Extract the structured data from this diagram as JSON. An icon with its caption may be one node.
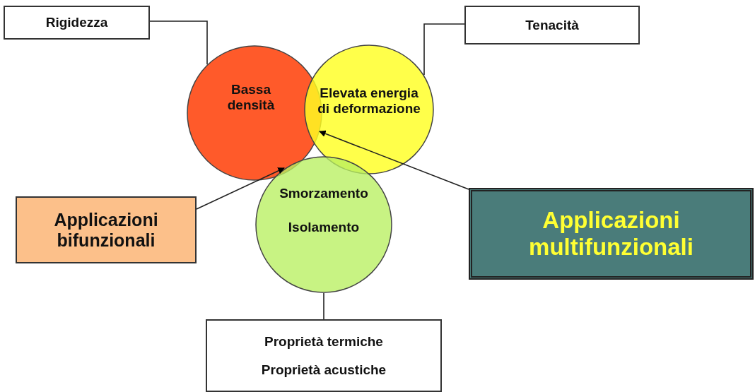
{
  "diagram": {
    "nodes": [
      {
        "text": [
          "Rigidezza"
        ]
      },
      {
        "text": [
          "Tenacità"
        ]
      },
      {
        "text": [
          "Bassa densità"
        ]
      },
      {
        "text": [
          "Elevata energia di deformazione"
        ]
      },
      {
        "text": [
          "Smorzamento",
          "Isolamento"
        ]
      },
      {
        "text": [
          "Applicazioni bifunzionali"
        ]
      },
      {
        "text": [
          "Applicazioni multifunzionali"
        ]
      },
      {
        "text": [
          "Proprietà termiche",
          "Proprietà acustiche"
        ]
      }
    ],
    "edges": [
      {
        "from": 0,
        "to": 2,
        "arrow": "none"
      },
      {
        "from": 1,
        "to": 3,
        "arrow": "none"
      },
      {
        "from": 7,
        "to": 4,
        "arrow": "none"
      },
      {
        "from": 5,
        "to": 2,
        "arrow": "to"
      },
      {
        "from": 6,
        "to": 3,
        "arrow": "to"
      }
    ]
  }
}
